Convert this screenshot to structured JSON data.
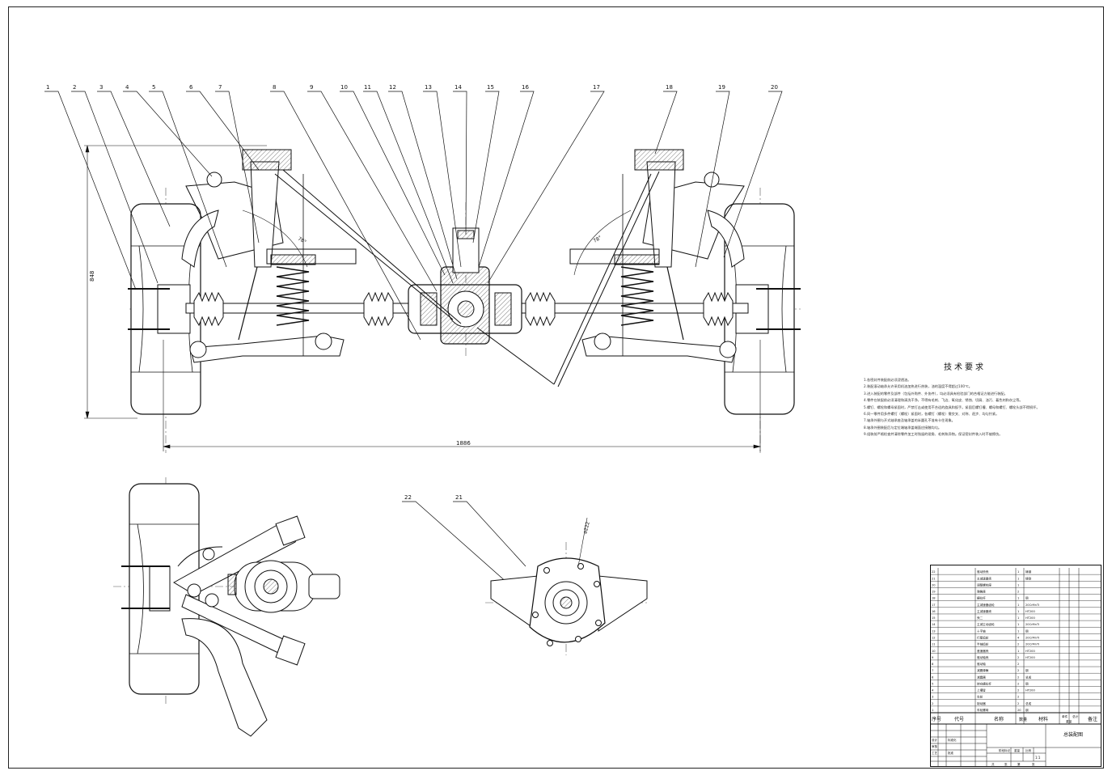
{
  "drawing": {
    "title_cn": "总装配图",
    "balloons": [
      "1",
      "2",
      "3",
      "4",
      "5",
      "6",
      "7",
      "8",
      "9",
      "10",
      "11",
      "12",
      "13",
      "14",
      "15",
      "16",
      "17",
      "18",
      "19",
      "20",
      "21",
      "22"
    ],
    "dimensions": {
      "height": "848",
      "width": "1886",
      "angle_left": "78°",
      "angle_right": "78°",
      "section_22": "ø222"
    }
  },
  "tech_requirements": {
    "title": "技术要求",
    "items": [
      "1.各密封件装配前必须浸透油。",
      "2.装配滚动轴承允许采用机油加热进行热装，油的温度不得超过100℃。",
      "3.进入装配的零件及部件（包括外购件、外协件），均必须具有检验部门的合格证方能进行装配。",
      "4.零件在装配前必须清理和清洗干净，不得有毛刺、飞边、氧化皮、锈蚀、切屑、油污、着色剂和灰尘等。",
      "5.螺钉、螺栓和螺母紧固时，严禁打击或使用不合适的旋具和扳手。紧固后螺钉槽、螺母和螺钉、螺栓头部不得损坏。",
      "6.同一零件用多件螺钉（螺栓）紧固时，各螺钉（螺栓）需交叉、对称、逐步、均匀拧紧。",
      "7.轴承外圈与开式轴承座及轴承盖的半圆孔不准有卡住现象。",
      "8.轴承外圈装配后与定位端轴承盖端面应接触均匀。",
      "9.组装前严格检查并清除零件加工时残留的锐角、毛刺和异物。保证密封件装入时不被擦伤。"
    ]
  },
  "bom": {
    "header": {
      "seq": "序号",
      "code": "代号",
      "name": "名称",
      "qty": "数量",
      "material": "材料",
      "unit_weight": "单件",
      "total_weight": "总计",
      "weight": "重量",
      "remark": "备注"
    },
    "rows": [
      {
        "seq": "22",
        "name": "驱动桥壳",
        "qty": "1",
        "mat": "铸钢"
      },
      {
        "seq": "21",
        "name": "主减速器壳",
        "qty": "1",
        "mat": "铸铁"
      },
      {
        "seq": "20",
        "name": "调整螺栓座",
        "qty": "1",
        "mat": ""
      },
      {
        "seq": "19",
        "name": "弹簧座",
        "qty": "2",
        "mat": ""
      },
      {
        "seq": "18",
        "name": "横拉杆",
        "qty": "1",
        "mat": "钢"
      },
      {
        "seq": "17",
        "name": "主减速器齿轮",
        "qty": "1",
        "mat": "20CrMnTi"
      },
      {
        "seq": "16",
        "name": "主减速器壳",
        "qty": "1",
        "mat": "HT200"
      },
      {
        "seq": "15",
        "name": "壳二",
        "qty": "1",
        "mat": "HT200"
      },
      {
        "seq": "14",
        "name": "主减主动齿轮",
        "qty": "1",
        "mat": "20CrMnTi"
      },
      {
        "seq": "13",
        "name": "十字轴",
        "qty": "1",
        "mat": "钢"
      },
      {
        "seq": "12",
        "name": "行星齿轮",
        "qty": "4",
        "mat": "20CrMnTi"
      },
      {
        "seq": "11",
        "name": "半轴齿轮",
        "qty": "2",
        "mat": "20CrMnTi"
      },
      {
        "seq": "10",
        "name": "差速器壳",
        "qty": "1",
        "mat": "HT200"
      },
      {
        "seq": "9",
        "name": "驱动轴壳",
        "qty": "2",
        "mat": "HT200"
      },
      {
        "seq": "8",
        "name": "驱动轴",
        "qty": "2",
        "mat": ""
      },
      {
        "seq": "7",
        "name": "减震弹簧",
        "qty": "2",
        "mat": "钢"
      },
      {
        "seq": "6",
        "name": "减震器",
        "qty": "2",
        "mat": "总成"
      },
      {
        "seq": "5",
        "name": "转向横拉杆",
        "qty": "2",
        "mat": "钢"
      },
      {
        "seq": "4",
        "name": "上摆臂",
        "qty": "2",
        "mat": "HT200"
      },
      {
        "seq": "3",
        "name": "车轮",
        "qty": "2",
        "mat": ""
      },
      {
        "seq": "2",
        "name": "制动器",
        "qty": "2",
        "mat": "总成"
      },
      {
        "seq": "1",
        "name": "车轮螺母",
        "qty": "20",
        "mat": "钢"
      }
    ],
    "title_block": {
      "drawing_name": "总装配图",
      "stage_marks": "阶段标记",
      "weight": "重量",
      "scale": "比例",
      "scale_value": "1:1",
      "sheet_total": "共",
      "sheet_unit": "张",
      "sheet_no": "第",
      "standardization": "标准化",
      "designer": "设计",
      "review": "审核",
      "process": "工艺",
      "approve": "批准"
    }
  }
}
